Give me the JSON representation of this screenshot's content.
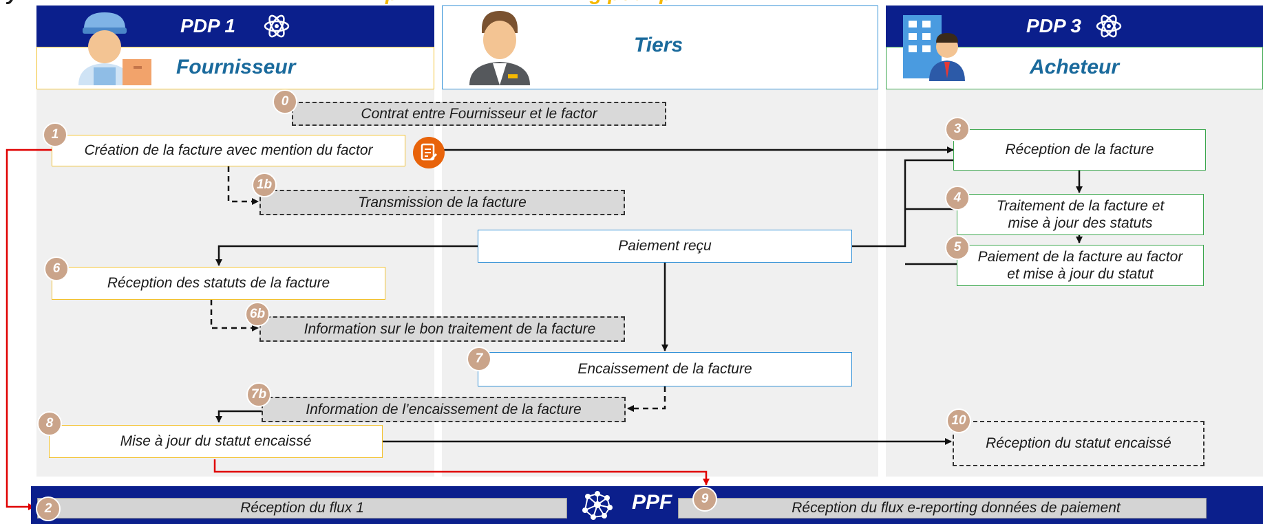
{
  "header": {
    "partial_title_left": "y",
    "partial_title_right": "p",
    "partial_title_mid": "ing pour p"
  },
  "lanes": {
    "pdp1": {
      "title": "PDP 1",
      "role": "Fournisseur"
    },
    "tiers": {
      "role": "Tiers"
    },
    "pdp3": {
      "title": "PDP 3",
      "role": "Acheteur"
    }
  },
  "steps": [
    {
      "num": "0",
      "text": "Contrat entre Fournisseur et le factor"
    },
    {
      "num": "1",
      "text": "Création de la facture avec mention du factor"
    },
    {
      "num": "1b",
      "text": "Transmission de la facture"
    },
    {
      "num": "3",
      "text": "Réception de la facture"
    },
    {
      "num": "4",
      "text": "Traitement de la facture et mise à jour des statuts"
    },
    {
      "num": "5",
      "text": "Paiement de la facture au factor et mise à jour du statut"
    },
    {
      "num": "",
      "text": "Paiement reçu"
    },
    {
      "num": "6",
      "text": "Réception des statuts de la facture"
    },
    {
      "num": "6b",
      "text": "Information sur le bon traitement de la facture"
    },
    {
      "num": "7",
      "text": "Encaissement de la facture"
    },
    {
      "num": "7b",
      "text": "Information de l’encaissement de la facture"
    },
    {
      "num": "8",
      "text": "Mise à jour du statut encaissé"
    },
    {
      "num": "10",
      "text": "Réception du statut encaissé"
    },
    {
      "num": "2",
      "text": "Réception du flux 1"
    },
    {
      "num": "9",
      "text": "Réception du flux e-reporting données de paiement"
    }
  ],
  "ppf": {
    "label": "PPF"
  },
  "icons": {
    "atom": "atom-icon",
    "supplier": "delivery-worker-icon",
    "third_party": "businessman-icon",
    "buyer": "office-building-icon",
    "document": "document-edit-icon",
    "network": "network-icon"
  },
  "colors": {
    "header_navy": "#0b1f8c",
    "supplier_border": "#f2c12e",
    "tiers_border": "#2f8fd6",
    "buyer_border": "#3aa64c",
    "badge": "#caa48a",
    "red_flow": "#e00000",
    "doc_orange": "#e8630a"
  }
}
